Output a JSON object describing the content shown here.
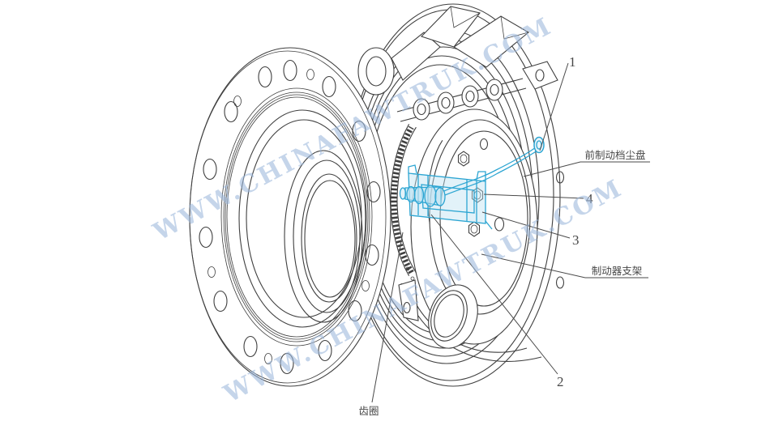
{
  "figure": {
    "type": "technical-line-drawing",
    "subject": "front wheel hub, gear ring and brake dust shield assembly with ABS sensor highlighted",
    "background": "#ffffff",
    "colors": {
      "line": "#3f3f3f",
      "highlight": "#2ca5d2",
      "highlight_fill": "#bee2f2",
      "watermark": "#9cb8dc",
      "label": "#474747"
    }
  },
  "watermark": {
    "text": "WWW.CHINAFAWTRUK.COM"
  },
  "callouts": [
    {
      "number": "1"
    },
    {
      "number": "2"
    },
    {
      "number": "3"
    },
    {
      "number": "4"
    }
  ],
  "part_labels": [
    {
      "text": "前制动档尘盘"
    },
    {
      "text": "制动器支架"
    },
    {
      "text": "齿圈"
    }
  ]
}
